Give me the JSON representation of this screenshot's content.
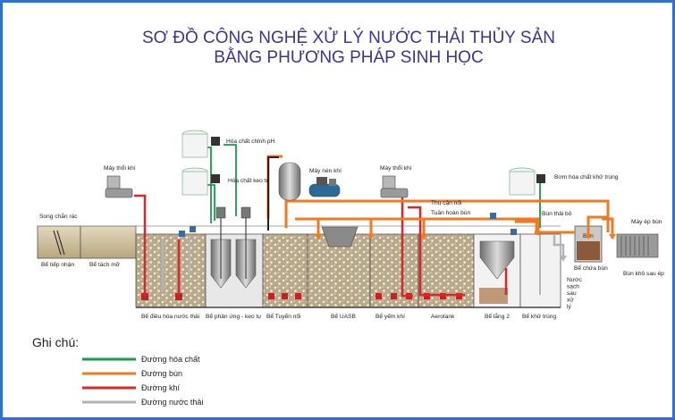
{
  "title": {
    "line1": "SƠ ĐỒ CÔNG NGHỆ XỬ LÝ NƯỚC THẢI THỦY SẢN",
    "line2": "BẰNG PHƯƠNG PHÁP SINH HỌC"
  },
  "equipment": {
    "blower_left": "Máy thổi khí",
    "blower_right": "Máy thổi khí",
    "chem_ph": "Hóa chất chỉnh pH",
    "chem_coag": "Hóa chất keo tụ",
    "compressor": "Máy nén khí",
    "disinfect_pump": "Bơm hóa chất khử trùng",
    "filter_press": "Máy ép bùn"
  },
  "flow_labels": {
    "sludge_recovery": "Thu cặn nổi",
    "sludge_recirc": "Tuần hoàn bùn",
    "sludge_waste": "Bùn thải bỏ",
    "screen": "Song chắn rác",
    "clean_water": [
      "Nước",
      "sạch",
      "sau",
      "xử",
      "lý"
    ],
    "sludge_in_tank": "Bùn",
    "dry_sludge": "Bùn khô sau ép"
  },
  "tanks": [
    "Bể tiếp nhận",
    "Bể tách mỡ",
    "Bể điều hòa nước thải",
    "Bể phản ứng - keo tụ",
    "Bể Tuyển nổi",
    "Bể UASB",
    "Bể yếm khí",
    "Aerotank",
    "Bể lắng 2",
    "Bể khử trùng",
    "Bể chứa bùn"
  ],
  "legend": {
    "heading": "Ghi chú:",
    "items": [
      {
        "label": "Đường hóa chất",
        "color": "#1a9a4a"
      },
      {
        "label": "Đường bùn",
        "color": "#f07a22"
      },
      {
        "label": "Đường khí",
        "color": "#d8282a"
      },
      {
        "label": "Đường nước thải",
        "color": "#b4b4b4"
      }
    ]
  },
  "colors": {
    "chemical": "#1a9a4a",
    "sludge": "#f07a22",
    "air": "#d8282a",
    "wastewater": "#b4b4b4",
    "title": "#3c3396",
    "frame": "#2f6fd6"
  }
}
